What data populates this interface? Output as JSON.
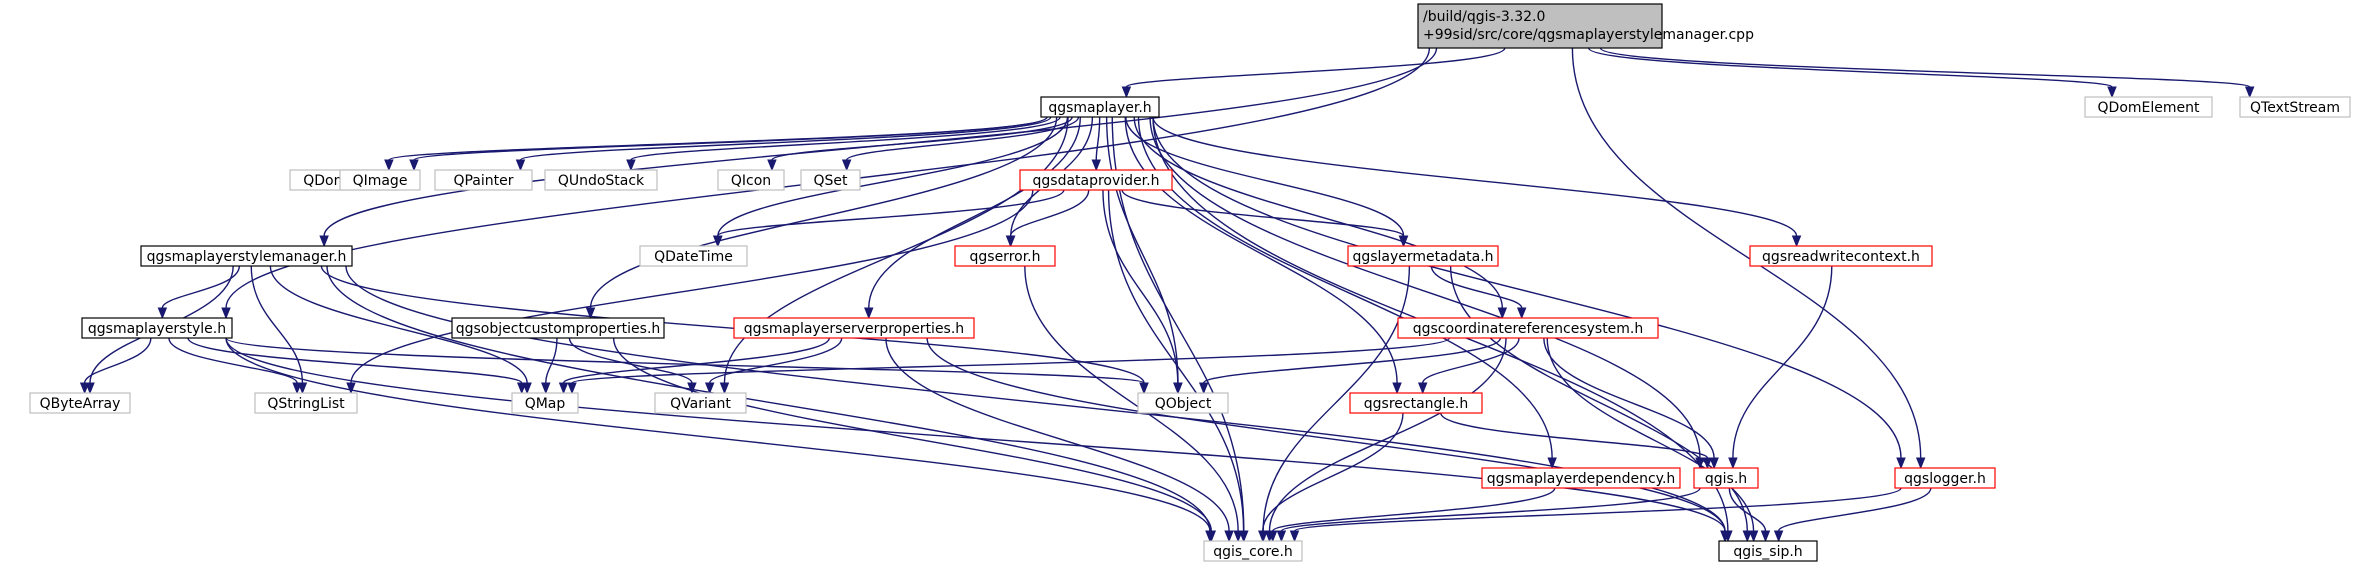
{
  "diagram": {
    "type": "include-dependency-graph",
    "nodes": [
      {
        "id": "root",
        "label_lines": [
          "/build/qgis-3.32.0",
          "+99sid/src/core/qgsmaplayerstylemanager.cpp"
        ],
        "style": "root"
      },
      {
        "id": "qgsmaplayer",
        "label_lines": [
          "qgsmaplayer.h"
        ],
        "style": "black"
      },
      {
        "id": "qdomelement",
        "label_lines": [
          "QDomElement"
        ],
        "style": "gray"
      },
      {
        "id": "qtextstream",
        "label_lines": [
          "QTextStream"
        ],
        "style": "gray"
      },
      {
        "id": "qdomnode",
        "label_lines": [
          "QDomNode"
        ],
        "style": "gray"
      },
      {
        "id": "qimage",
        "label_lines": [
          "QImage"
        ],
        "style": "gray"
      },
      {
        "id": "qpainter",
        "label_lines": [
          "QPainter"
        ],
        "style": "gray"
      },
      {
        "id": "qundostack",
        "label_lines": [
          "QUndoStack"
        ],
        "style": "gray"
      },
      {
        "id": "qicon",
        "label_lines": [
          "QIcon"
        ],
        "style": "gray"
      },
      {
        "id": "qset",
        "label_lines": [
          "QSet"
        ],
        "style": "gray"
      },
      {
        "id": "qgsdataprovider",
        "label_lines": [
          "qgsdataprovider.h"
        ],
        "style": "red"
      },
      {
        "id": "qdatetime",
        "label_lines": [
          "QDateTime"
        ],
        "style": "gray"
      },
      {
        "id": "qgserror",
        "label_lines": [
          "qgserror.h"
        ],
        "style": "red"
      },
      {
        "id": "qgslayermetadata",
        "label_lines": [
          "qgslayermetadata.h"
        ],
        "style": "red"
      },
      {
        "id": "qgsreadwritecontext",
        "label_lines": [
          "qgsreadwritecontext.h"
        ],
        "style": "red"
      },
      {
        "id": "qgsmaplayerstylemanager",
        "label_lines": [
          "qgsmaplayerstylemanager.h"
        ],
        "style": "black"
      },
      {
        "id": "qgsobjectcustomproperties",
        "label_lines": [
          "qgsobjectcustomproperties.h"
        ],
        "style": "black"
      },
      {
        "id": "qgsmaplayerserverproperties",
        "label_lines": [
          "qgsmaplayerserverproperties.h"
        ],
        "style": "red"
      },
      {
        "id": "qgscoordinatereferencesystem",
        "label_lines": [
          "qgscoordinatereferencesystem.h"
        ],
        "style": "red"
      },
      {
        "id": "qgsmaplayerstyle",
        "label_lines": [
          "qgsmaplayerstyle.h"
        ],
        "style": "black"
      },
      {
        "id": "qbytearray",
        "label_lines": [
          "QByteArray"
        ],
        "style": "gray"
      },
      {
        "id": "qstringlist",
        "label_lines": [
          "QStringList"
        ],
        "style": "gray"
      },
      {
        "id": "qmap",
        "label_lines": [
          "QMap"
        ],
        "style": "gray"
      },
      {
        "id": "qvariant",
        "label_lines": [
          "QVariant"
        ],
        "style": "gray"
      },
      {
        "id": "qobject",
        "label_lines": [
          "QObject"
        ],
        "style": "gray"
      },
      {
        "id": "qgsrectangle",
        "label_lines": [
          "qgsrectangle.h"
        ],
        "style": "red"
      },
      {
        "id": "qgsmaplayerdependency",
        "label_lines": [
          "qgsmaplayerdependency.h"
        ],
        "style": "red"
      },
      {
        "id": "qgis",
        "label_lines": [
          "qgis.h"
        ],
        "style": "red"
      },
      {
        "id": "qgslogger",
        "label_lines": [
          "qgslogger.h"
        ],
        "style": "red"
      },
      {
        "id": "qgis_core",
        "label_lines": [
          "qgis_core.h"
        ],
        "style": "gray"
      },
      {
        "id": "qgis_sip",
        "label_lines": [
          "qgis_sip.h"
        ],
        "style": "black"
      }
    ],
    "edges": [
      [
        "root",
        "qgsmaplayer"
      ],
      [
        "root",
        "qdomelement"
      ],
      [
        "root",
        "qtextstream"
      ],
      [
        "root",
        "qgsmaplayerstylemanager"
      ],
      [
        "root",
        "qgsmaplayerstyle"
      ],
      [
        "root",
        "qgslogger"
      ],
      [
        "qgsmaplayer",
        "qdomnode"
      ],
      [
        "qgsmaplayer",
        "qimage"
      ],
      [
        "qgsmaplayer",
        "qpainter"
      ],
      [
        "qgsmaplayer",
        "qundostack"
      ],
      [
        "qgsmaplayer",
        "qicon"
      ],
      [
        "qgsmaplayer",
        "qset"
      ],
      [
        "qgsmaplayer",
        "qgsdataprovider"
      ],
      [
        "qgsmaplayer",
        "qdatetime"
      ],
      [
        "qgsmaplayer",
        "qgserror"
      ],
      [
        "qgsmaplayer",
        "qgslayermetadata"
      ],
      [
        "qgsmaplayer",
        "qgsreadwritecontext"
      ],
      [
        "qgsmaplayer",
        "qgsobjectcustomproperties"
      ],
      [
        "qgsmaplayer",
        "qgsmaplayerserverproperties"
      ],
      [
        "qgsmaplayer",
        "qgscoordinatereferencesystem"
      ],
      [
        "qgsmaplayer",
        "qvariant"
      ],
      [
        "qgsmaplayer",
        "qobject"
      ],
      [
        "qgsmaplayer",
        "qgsrectangle"
      ],
      [
        "qgsmaplayer",
        "qgsmaplayerdependency"
      ],
      [
        "qgsmaplayer",
        "qgis"
      ],
      [
        "qgsmaplayer",
        "qgslogger"
      ],
      [
        "qgsmaplayer",
        "qgis_core"
      ],
      [
        "qgsmaplayer",
        "qgis_sip"
      ],
      [
        "qgsdataprovider",
        "qdatetime"
      ],
      [
        "qgsdataprovider",
        "qgserror"
      ],
      [
        "qgsdataprovider",
        "qgslayermetadata"
      ],
      [
        "qgsdataprovider",
        "qstringlist"
      ],
      [
        "qgsdataprovider",
        "qobject"
      ],
      [
        "qgsdataprovider",
        "qgis_core"
      ],
      [
        "qgserror",
        "qgis_core"
      ],
      [
        "qgslayermetadata",
        "qgscoordinatereferencesystem"
      ],
      [
        "qgslayermetadata",
        "qgis_core"
      ],
      [
        "qgslayermetadata",
        "qgis_sip"
      ],
      [
        "qgsreadwritecontext",
        "qgis"
      ],
      [
        "qgsmaplayerstylemanager",
        "qgsmaplayerstyle"
      ],
      [
        "qgsmaplayerstylemanager",
        "qbytearray"
      ],
      [
        "qgsmaplayerstylemanager",
        "qstringlist"
      ],
      [
        "qgsmaplayerstylemanager",
        "qmap"
      ],
      [
        "qgsmaplayerstylemanager",
        "qobject"
      ],
      [
        "qgsmaplayerstylemanager",
        "qgis_core"
      ],
      [
        "qgsmaplayerstylemanager",
        "qgis_sip"
      ],
      [
        "qgsmaplayerstyle",
        "qbytearray"
      ],
      [
        "qgsmaplayerstyle",
        "qstringlist"
      ],
      [
        "qgsmaplayerstyle",
        "qmap"
      ],
      [
        "qgsmaplayerstyle",
        "qobject"
      ],
      [
        "qgsmaplayerstyle",
        "qgis_core"
      ],
      [
        "qgsmaplayerstyle",
        "qgis_sip"
      ],
      [
        "qgsobjectcustomproperties",
        "qmap"
      ],
      [
        "qgsobjectcustomproperties",
        "qvariant"
      ],
      [
        "qgsobjectcustomproperties",
        "qgis_core"
      ],
      [
        "qgsmaplayerserverproperties",
        "qmap"
      ],
      [
        "qgsmaplayerserverproperties",
        "qvariant"
      ],
      [
        "qgsmaplayerserverproperties",
        "qgis_core"
      ],
      [
        "qgsmaplayerserverproperties",
        "qgis_sip"
      ],
      [
        "qgscoordinatereferencesystem",
        "qmap"
      ],
      [
        "qgscoordinatereferencesystem",
        "qobject"
      ],
      [
        "qgscoordinatereferencesystem",
        "qgsrectangle"
      ],
      [
        "qgscoordinatereferencesystem",
        "qgis"
      ],
      [
        "qgscoordinatereferencesystem",
        "qgis_core"
      ],
      [
        "qgscoordinatereferencesystem",
        "qgis_sip"
      ],
      [
        "qgsrectangle",
        "qgis"
      ],
      [
        "qgsrectangle",
        "qgis_core"
      ],
      [
        "qgsmaplayerdependency",
        "qgis_core"
      ],
      [
        "qgis",
        "qgis_core"
      ],
      [
        "qgis",
        "qgis_sip"
      ],
      [
        "qgslogger",
        "qgis_core"
      ],
      [
        "qgslogger",
        "qgis_sip"
      ]
    ]
  },
  "colors": {
    "edge": "#191970",
    "root_fill": "#bfbfbf",
    "black_border": "#000000",
    "red_border": "#ff0000",
    "gray_border": "#bfbfbf",
    "text": "#000000"
  }
}
